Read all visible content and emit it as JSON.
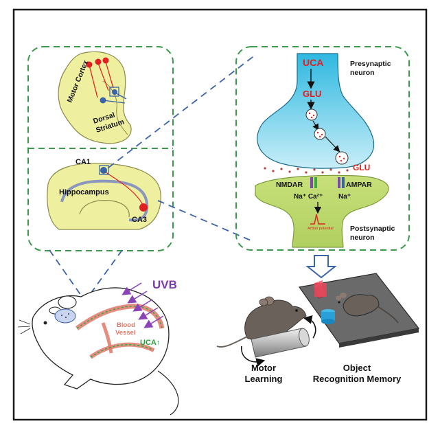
{
  "labels": {
    "motor_cortex": "Motor Cortex",
    "dorsal_striatum_1": "Dorsal",
    "dorsal_striatum_2": "Striatum",
    "ca1": "CA1",
    "hippocampus": "Hippocampus",
    "ca3": "CA3",
    "uca_top": "UCA",
    "glu_top": "GLU",
    "presynaptic_1": "Presynaptic",
    "presynaptic_2": "neuron",
    "glu_cleft": "GLU",
    "nmdar": "NMDAR",
    "ampar": "AMPAR",
    "ions_left": "Na⁺ Ca²⁺",
    "ions_right": "Na⁺",
    "action_potential": "Action potential",
    "postsynaptic_1": "Postsynaptic",
    "postsynaptic_2": "neuron",
    "uvb": "UVB",
    "blood_1": "Blood",
    "blood_2": "Vessel",
    "uca_up": "UCA↑",
    "motor_learning_1": "Motor",
    "motor_learning_2": "Learning",
    "object_memory_1": "Object",
    "object_memory_2": "Recognition Memory"
  },
  "colors": {
    "frame": "#1a1a1a",
    "dashed_green": "#3a9a4a",
    "dashed_blue": "#3a63a8",
    "brain_fill": "#eef0a0",
    "brain_stroke": "#7a7a3a",
    "pre_fill_top": "#5ac8e8",
    "pre_fill_bottom": "#b8e8f6",
    "post_fill": "#bcd873",
    "red": "#e02020",
    "purple": "#7a3aa8",
    "green_text": "#2a9a3a",
    "blood": "#e07868",
    "mouse_fill": "#6a625a"
  }
}
